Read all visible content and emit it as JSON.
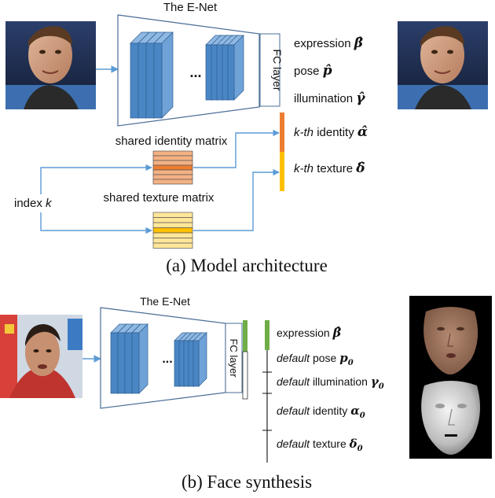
{
  "colors": {
    "block_front": "#4a86c4",
    "block_side": "#6fa2d6",
    "block_top": "#8fb8e2",
    "block_stroke": "#2f5f93",
    "arrow": "#5b9bd5",
    "identity_fill": "#f4b183",
    "identity_band": "#ed7d31",
    "texture_fill": "#ffe699",
    "texture_band": "#ffc000",
    "param_green": "#70ad47",
    "frame": "#4a6d96"
  },
  "icons": {
    "input_face_a": "face-photo-icon",
    "output_face_a": "reconstructed-face-icon",
    "input_face_b": "face-photo-icon",
    "render_textured": "rendered-face-icon",
    "render_shape": "shape-render-icon"
  },
  "part_a": {
    "enet_title": "The E-Net",
    "ellipsis": "...",
    "fc_label": "FC layer",
    "outputs": {
      "expression": "expression",
      "pose": "pose",
      "illumination": "illumination",
      "identity_prefix": "k-th",
      "identity": "identity",
      "texture_prefix": "k-th",
      "texture": "texture"
    },
    "symbols": {
      "beta": "β̂",
      "p": "p̂",
      "gamma": "γ̂",
      "alpha": "α̂",
      "delta": "δ̂"
    },
    "shared_identity_label": "shared identity matrix",
    "shared_texture_label": "shared texture matrix",
    "index_label": "index",
    "index_var": "k",
    "caption": "(a) Model architecture"
  },
  "part_b": {
    "enet_title": "The E-Net",
    "ellipsis": "...",
    "fc_label": "FC layer",
    "outputs": {
      "expression": "expression",
      "pose_default": "default",
      "pose": "pose",
      "illum_default": "default",
      "illumination": "illumination",
      "identity_default": "default",
      "identity": "identity",
      "texture_default": "default",
      "texture": "texture"
    },
    "symbols": {
      "beta": "β̂",
      "p0": "p",
      "gamma0": "γ",
      "alpha0": "α",
      "delta0": "δ",
      "sub0": "0"
    },
    "caption": "(b) Face synthesis"
  }
}
